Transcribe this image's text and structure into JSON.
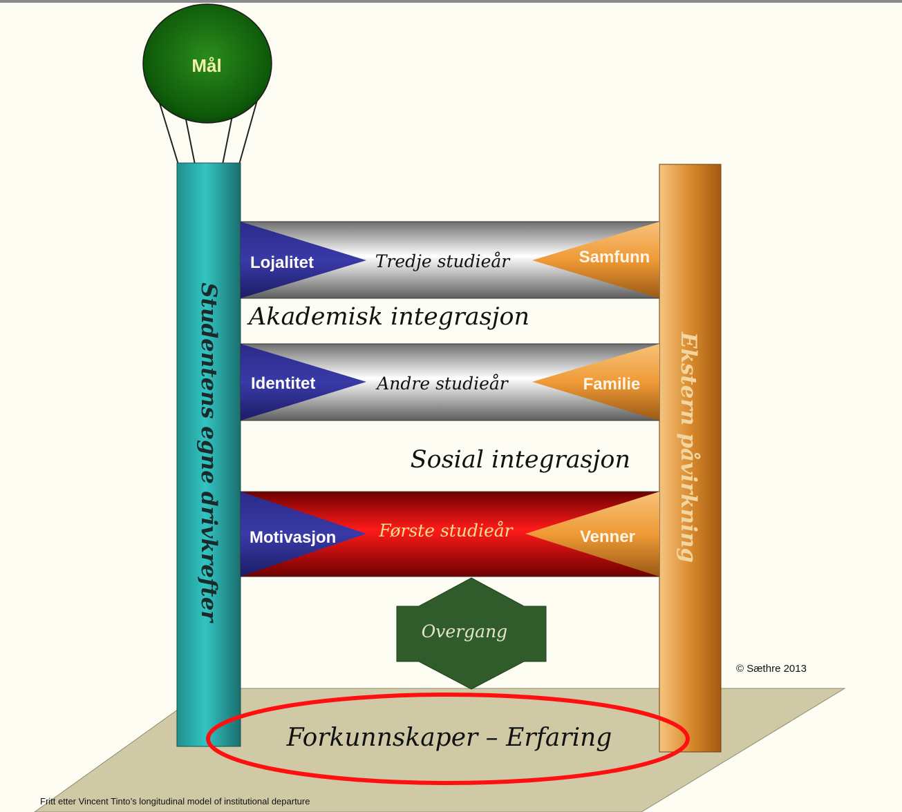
{
  "goal": {
    "label": "Mål",
    "color": "#1f6b12",
    "text_color": "#f3f2a8"
  },
  "left_pillar": {
    "label": "Studentens egne drivkrefter",
    "color": "#2aa9a6"
  },
  "right_pillar": {
    "label": "Ekstern påvirkning",
    "color": "#e7a056"
  },
  "tiers": [
    {
      "left": "Lojalitet",
      "center": "Tredje studieår",
      "right": "Samfunn"
    },
    {
      "left": "Identitet",
      "center": "Andre studieår",
      "right": "Familie"
    },
    {
      "left": "Motivasjon",
      "center": "Første studieår",
      "right": "Venner"
    }
  ],
  "integration_labels": {
    "academic": "Akademisk integrasjon",
    "social": "Sosial integrasjon"
  },
  "transition": {
    "label": "Overgang",
    "color": "#2f5c2a"
  },
  "foundation": {
    "label": "Forkunnskaper – Erfaring",
    "color": "#cfc9a6",
    "highlight_color": "#ff1010"
  },
  "copyright": "© Sæthre 2013",
  "footnote": "Fritt etter Vincent Tinto’s longitudinal model of institutional departure"
}
